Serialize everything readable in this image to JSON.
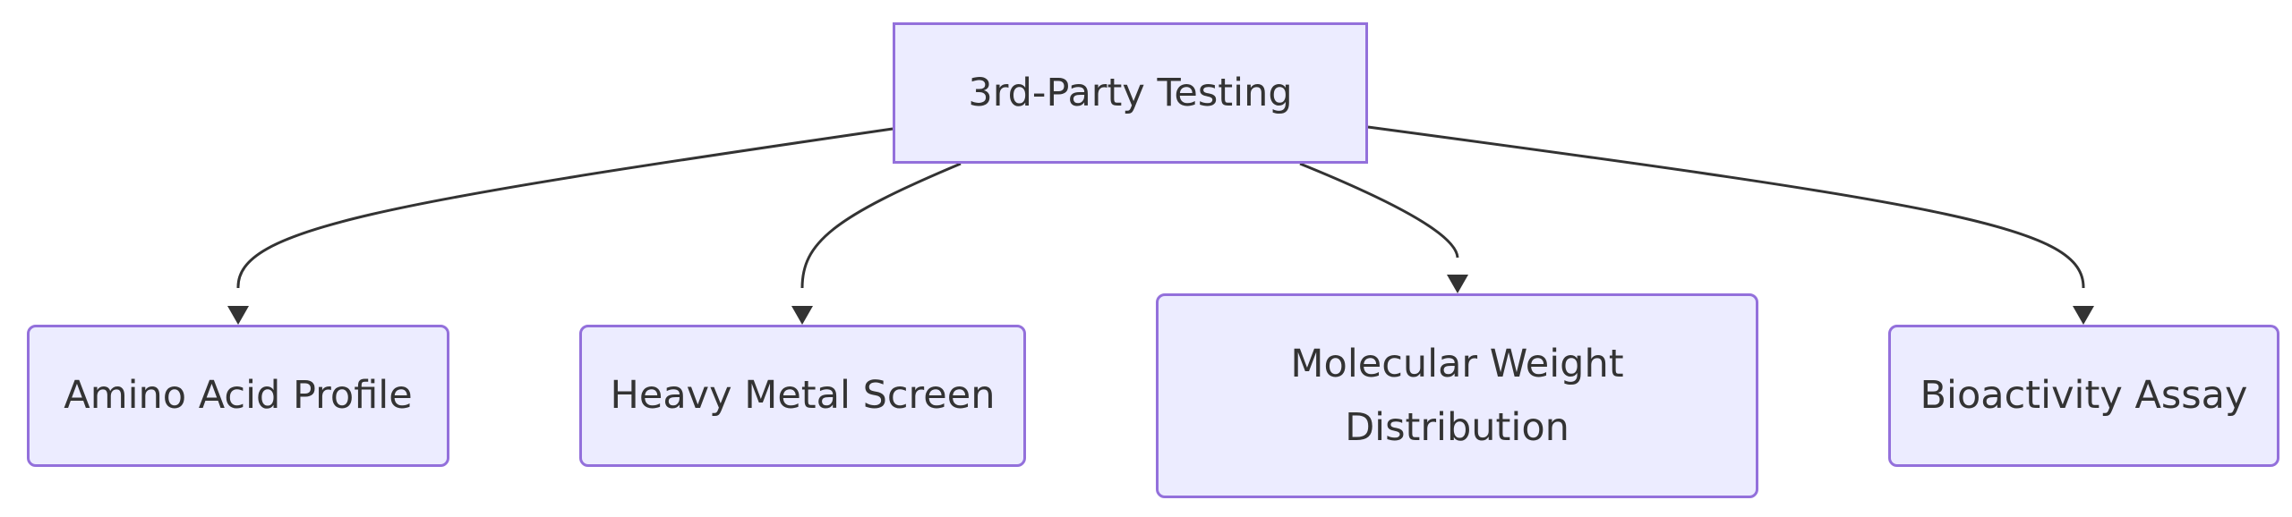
{
  "diagram": {
    "type": "flowchart",
    "direction": "top-down",
    "colors": {
      "node_fill": "#ececff",
      "node_border": "#9370db",
      "edge": "#333333",
      "text": "#333333",
      "background": "#ffffff"
    },
    "nodes": {
      "root": {
        "id": "testing",
        "label": "3rd-Party Testing"
      },
      "aa": {
        "id": "amino",
        "label": "Amino Acid Profile"
      },
      "hm": {
        "id": "metal",
        "label": "Heavy Metal Screen"
      },
      "mw": {
        "id": "mw",
        "label": "Molecular Weight Distribution"
      },
      "bio": {
        "id": "bio",
        "label": "Bioactivity Assay"
      }
    },
    "edges": [
      {
        "from": "testing",
        "to": "amino"
      },
      {
        "from": "testing",
        "to": "metal"
      },
      {
        "from": "testing",
        "to": "mw"
      },
      {
        "from": "testing",
        "to": "bio"
      }
    ]
  }
}
